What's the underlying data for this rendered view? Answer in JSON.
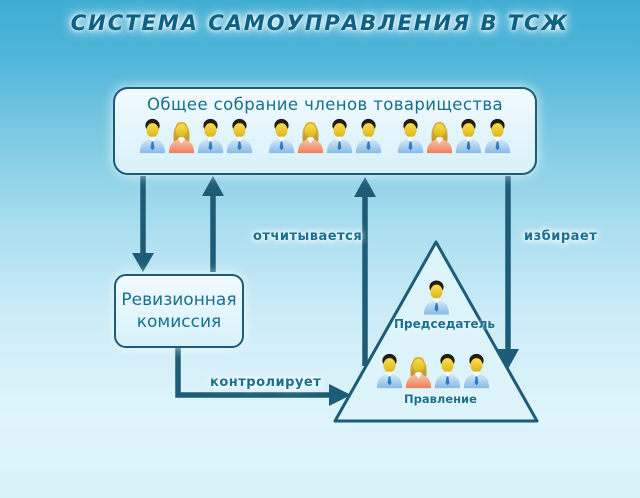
{
  "title": "СИСТЕМА САМОУПРАВЛЕНИЯ В ТСЖ",
  "colors": {
    "line": "#1c5c77",
    "text": "#15708f",
    "box_fill": "#e6f6fc",
    "background_top": "#3fadd3",
    "background_bottom": "#d8f2fa"
  },
  "general_meeting": {
    "label": "Общее собрание членов товарищества",
    "member_groups": [
      [
        "male",
        "female",
        "male",
        "male"
      ],
      [
        "male",
        "female",
        "male",
        "male"
      ],
      [
        "male",
        "female",
        "male",
        "male"
      ]
    ]
  },
  "audit_commission": {
    "line1": "Ревизионная",
    "line2": "комиссия"
  },
  "pyramid": {
    "chairman": {
      "label": "Председатель",
      "members": [
        "male"
      ]
    },
    "board": {
      "label": "Правление",
      "members": [
        "male",
        "female",
        "male",
        "male"
      ]
    }
  },
  "edges": {
    "reports": "отчитывается",
    "elects": "избирает",
    "controls": "контролирует"
  }
}
